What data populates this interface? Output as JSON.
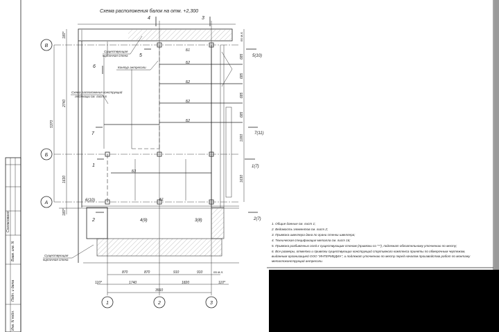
{
  "title": "Схема расположения балок на отм. +2,300",
  "axes": {
    "rows": [
      "В",
      "Б",
      "А"
    ],
    "cols": [
      "1",
      "2",
      "3"
    ]
  },
  "sections": {
    "s4": "4",
    "s3": "3",
    "s5": "5",
    "s6": "6",
    "s7": "7",
    "s1": "1",
    "s6_10": "6(10)",
    "s2": "2",
    "s4_9": "4(9)",
    "s3_8": "3(8)",
    "s5_10": "5(10)",
    "s7_11": "7(11)",
    "s1_7": "1(7)",
    "s2_7": "2(7)"
  },
  "callouts": {
    "existing_wall_top": [
      "Существующая",
      "кирпичная стена"
    ],
    "opening_contour": "Контур антресоли",
    "structure_scheme": [
      "Схема расположения конструкций",
      "лестницы см. лист 6"
    ],
    "existing_wall_bottom": [
      "Существующая",
      "кирпичная стена"
    ]
  },
  "beams": {
    "b1": "Б1",
    "b2": "Б2",
    "b3": "Б3"
  },
  "dims_left": {
    "top": "180*",
    "mid": "2740",
    "total": "5370",
    "lower": "1630",
    "bottom": "180*"
  },
  "dims_right": [
    "по м.л.",
    "685",
    "685",
    "685",
    "685",
    "1000",
    "1630"
  ],
  "dims_bottom": {
    "row1": [
      "870",
      "870",
      "910",
      "910",
      "по м.л."
    ],
    "row2": [
      "110*",
      "1740",
      "1820",
      "110*"
    ],
    "total": "3560"
  },
  "notes": [
    "1.  Общие данные см. лист 1;",
    "2.  Ведомость элементов см. лист 2;",
    "3.  Привязка швеллера дана по грани стенки швеллера;",
    "4.  Техническая спецификация металла см. лист 16;",
    "5.  Привязка разбивочных осей к существующим стенам (привязки со \"*\"), подлежат обязательному уточнению по месту;",
    "6.  Все размеры, отметки и привязки существующих конструкций спортивного комплекса приняты по обмерочным чертежам,",
    "     выданным организацией ООО \"ИНТЕРМЕДИА\", и подлежат уточнению по месту перед началом производства работ по монтажу",
    "     металлоконструкций антресоли."
  ],
  "stamp": [
    "Согласовано",
    "Взам. инв. N",
    "Подп. и дата",
    "Инв. N подл."
  ]
}
